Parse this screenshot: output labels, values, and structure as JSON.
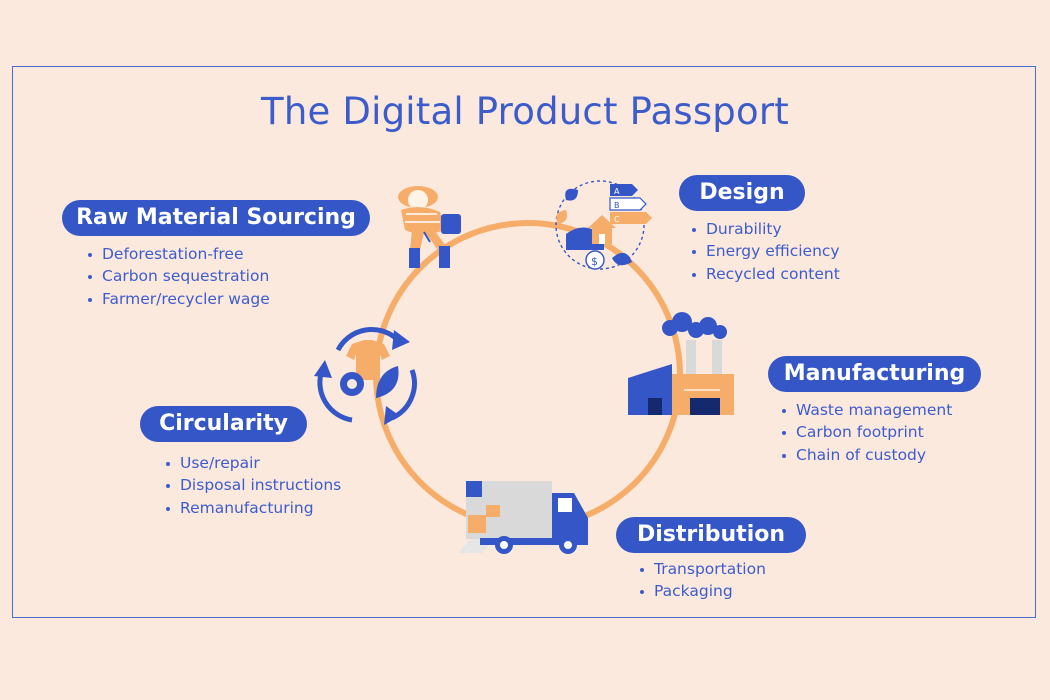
{
  "title": "The Digital Product Passport",
  "colors": {
    "background": "#fce9dd",
    "primary": "#3556c6",
    "accent": "#f6ad6a",
    "text": "#3d5ccc"
  },
  "stages": {
    "raw": {
      "label": "Raw Material Sourcing",
      "items": [
        "Deforestation-free",
        "Carbon sequestration",
        "Farmer/recycler wage"
      ],
      "icon": "farmer-icon"
    },
    "design": {
      "label": "Design",
      "items": [
        "Durability",
        "Energy efficiency",
        "Recycled content"
      ],
      "icon": "eco-design-icon"
    },
    "manufacturing": {
      "label": "Manufacturing",
      "items": [
        "Waste management",
        "Carbon footprint",
        "Chain of custody"
      ],
      "icon": "factory-icon"
    },
    "distribution": {
      "label": "Distribution",
      "items": [
        "Transportation",
        "Packaging"
      ],
      "icon": "truck-icon"
    },
    "circularity": {
      "label": "Circularity",
      "items": [
        "Use/repair",
        "Disposal instructions",
        "Remanufacturing"
      ],
      "icon": "recycle-shirt-icon"
    }
  },
  "energy_label_letters": [
    "A",
    "B",
    "C"
  ],
  "currency_symbol": "$"
}
